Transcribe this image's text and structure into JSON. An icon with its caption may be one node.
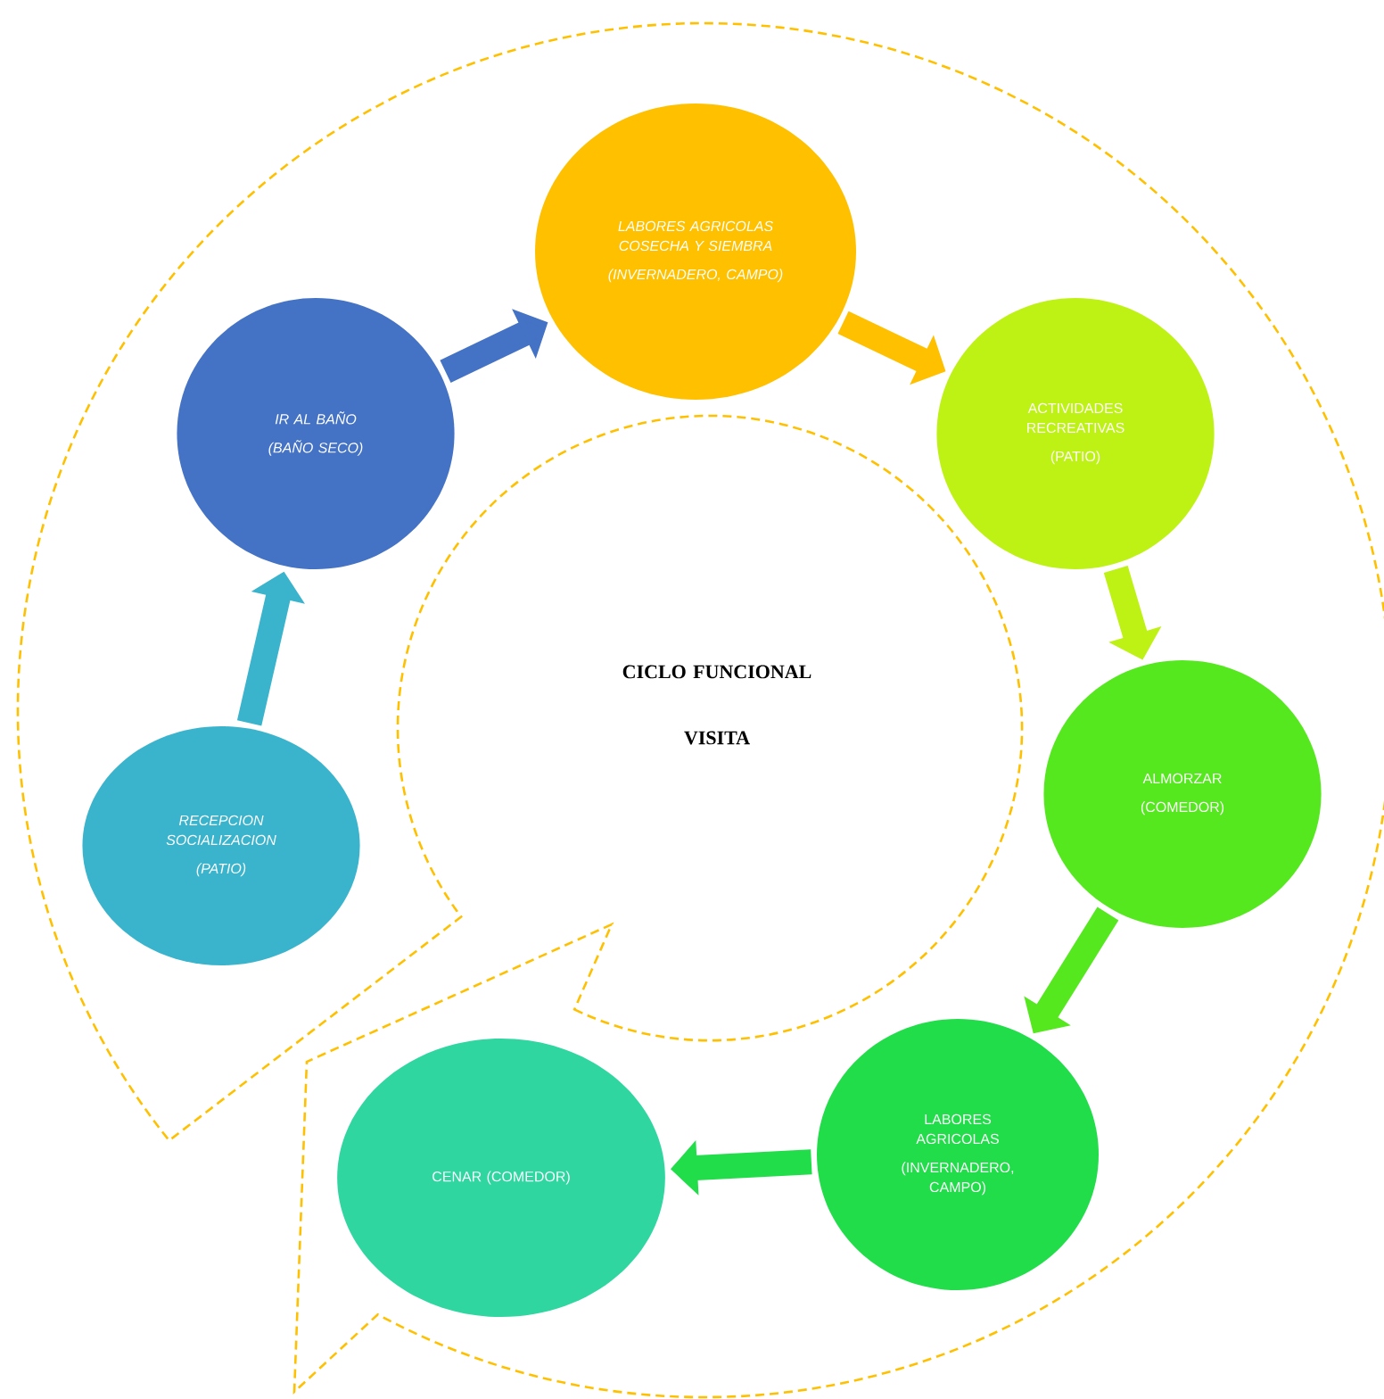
{
  "diagram": {
    "title": "CICLO FUNCIONAL VISITA",
    "nodes": [
      {
        "text": [
          "RECEPCION SOCIALIZACION",
          "(PATIO)"
        ]
      },
      {
        "text": [
          "IR AL BAÑO",
          "(BAÑO SECO)"
        ]
      },
      {
        "text": [
          "LABORES AGRICOLAS COSECHA Y SIEMBRA",
          "(INVERNADERO, CAMPO)"
        ]
      },
      {
        "text": [
          "ACTIVIDADES RECREATIVAS",
          "(PATIO)"
        ]
      },
      {
        "text": [
          "ALMORZAR",
          "(COMEDOR)"
        ]
      },
      {
        "text": [
          "LABORES AGRICOLAS",
          "(INVERNADERO, CAMPO)"
        ]
      },
      {
        "text": [
          "CENAR (COMEDOR)"
        ]
      }
    ],
    "edges": [
      {
        "from": 0,
        "to": 1,
        "arrow": "to",
        "color": "#3ab4cc"
      },
      {
        "from": 1,
        "to": 2,
        "arrow": "to",
        "color": "#4472c4"
      },
      {
        "from": 2,
        "to": 3,
        "arrow": "to",
        "color": "#ffc000"
      },
      {
        "from": 3,
        "to": 4,
        "arrow": "to",
        "color": "#bef214"
      },
      {
        "from": 4,
        "to": 5,
        "arrow": "to",
        "color": "#55e81f"
      },
      {
        "from": 5,
        "to": 6,
        "arrow": "to",
        "color": "#22dd4a"
      }
    ]
  }
}
